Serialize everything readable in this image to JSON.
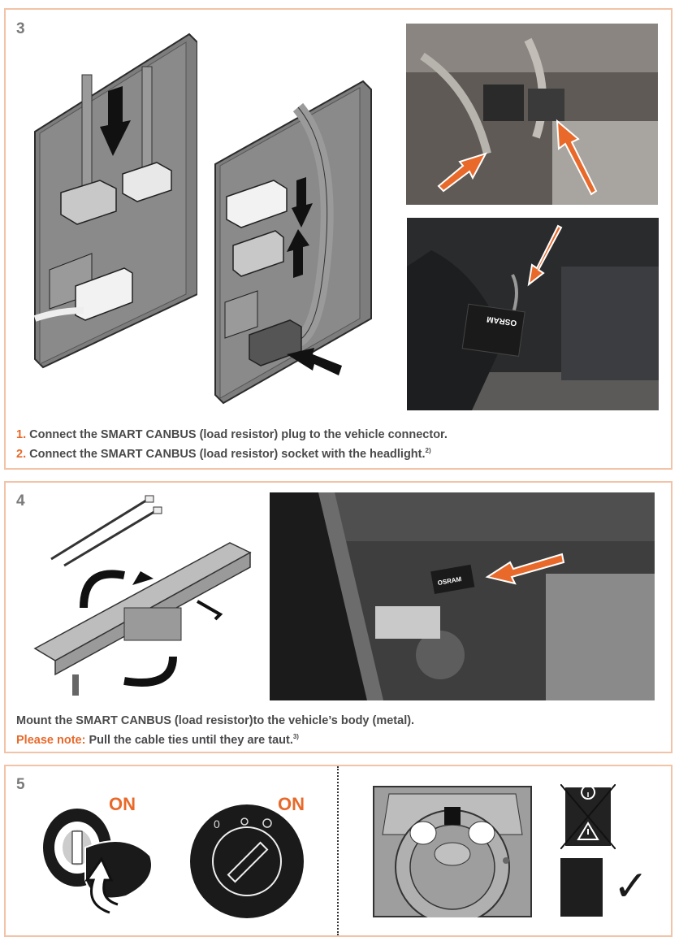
{
  "step3": {
    "number": "3",
    "line1_num": "1.",
    "line1_text": "Connect the SMART CANBUS (load resistor) plug to the vehicle connector.",
    "line2_num": "2.",
    "line2_text": "Connect the SMART CANBUS (load resistor) socket with the headlight.",
    "line2_footnote": "2)",
    "device_brand": "OSRAM"
  },
  "step4": {
    "number": "4",
    "line1_text": "Mount the SMART CANBUS (load resistor)to the vehicle’s body (metal).",
    "note_label": "Please note:",
    "note_text": "Pull the cable ties until they are taut.",
    "note_footnote": "3)",
    "device_brand": "OSRAM"
  },
  "step5": {
    "number": "5",
    "ignition_label": "ON",
    "light_label": "ON",
    "switch_zero": "0",
    "check_mark": "✓"
  },
  "colors": {
    "accent": "#e8692a",
    "border": "#f2c3a6"
  },
  "icons": [
    "down-arrow-icon",
    "up-arrow-icon",
    "left-arrow-icon",
    "warning-icon",
    "headlight-warning-icon",
    "checkmark-icon"
  ]
}
